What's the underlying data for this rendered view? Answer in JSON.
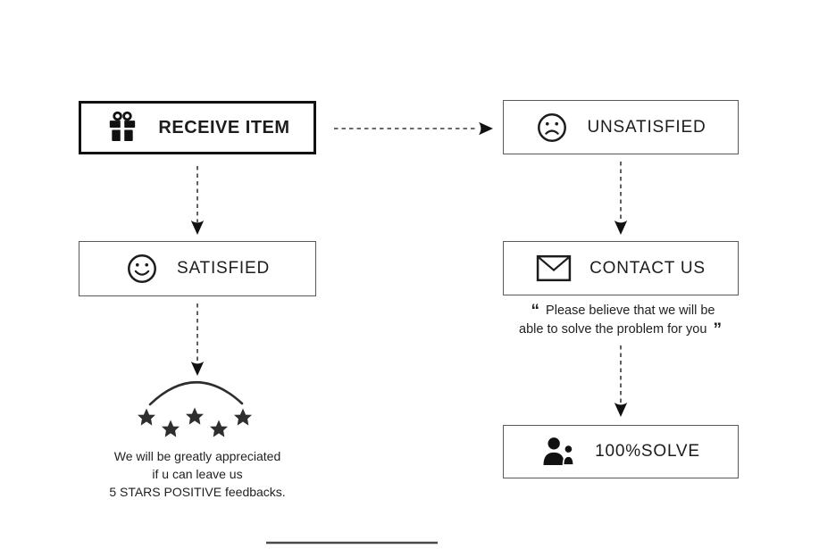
{
  "boxes": {
    "receive_item": {
      "label": "RECEIVE ITEM",
      "icon": "gift-icon"
    },
    "satisfied": {
      "label": "SATISFIED",
      "icon": "smile-icon"
    },
    "unsatisfied": {
      "label": "UNSATISFIED",
      "icon": "frown-icon"
    },
    "contact_us": {
      "label": "CONTACT US",
      "icon": "envelope-icon"
    },
    "solve": {
      "label": "100%SOLVE",
      "icon": "users-icon"
    }
  },
  "quote": {
    "open_mark": "“",
    "line1": "Please believe that we will be",
    "line2": "able to solve the problem for you",
    "close_mark": "”"
  },
  "feedback_note": {
    "line1": "We will be greatly appreciated",
    "line2": "if u can leave us",
    "line3": "5 STARS POSITIVE feedbacks."
  },
  "stars": {
    "count": 5
  },
  "colors": {
    "ink": "#1c1c1c",
    "thick_border": "#111111",
    "thin_border": "#5a5a5a",
    "dash_line": "#3a3a3a",
    "star_fill": "#2e2e2e",
    "bottom_rule": "#4a4a4a"
  }
}
